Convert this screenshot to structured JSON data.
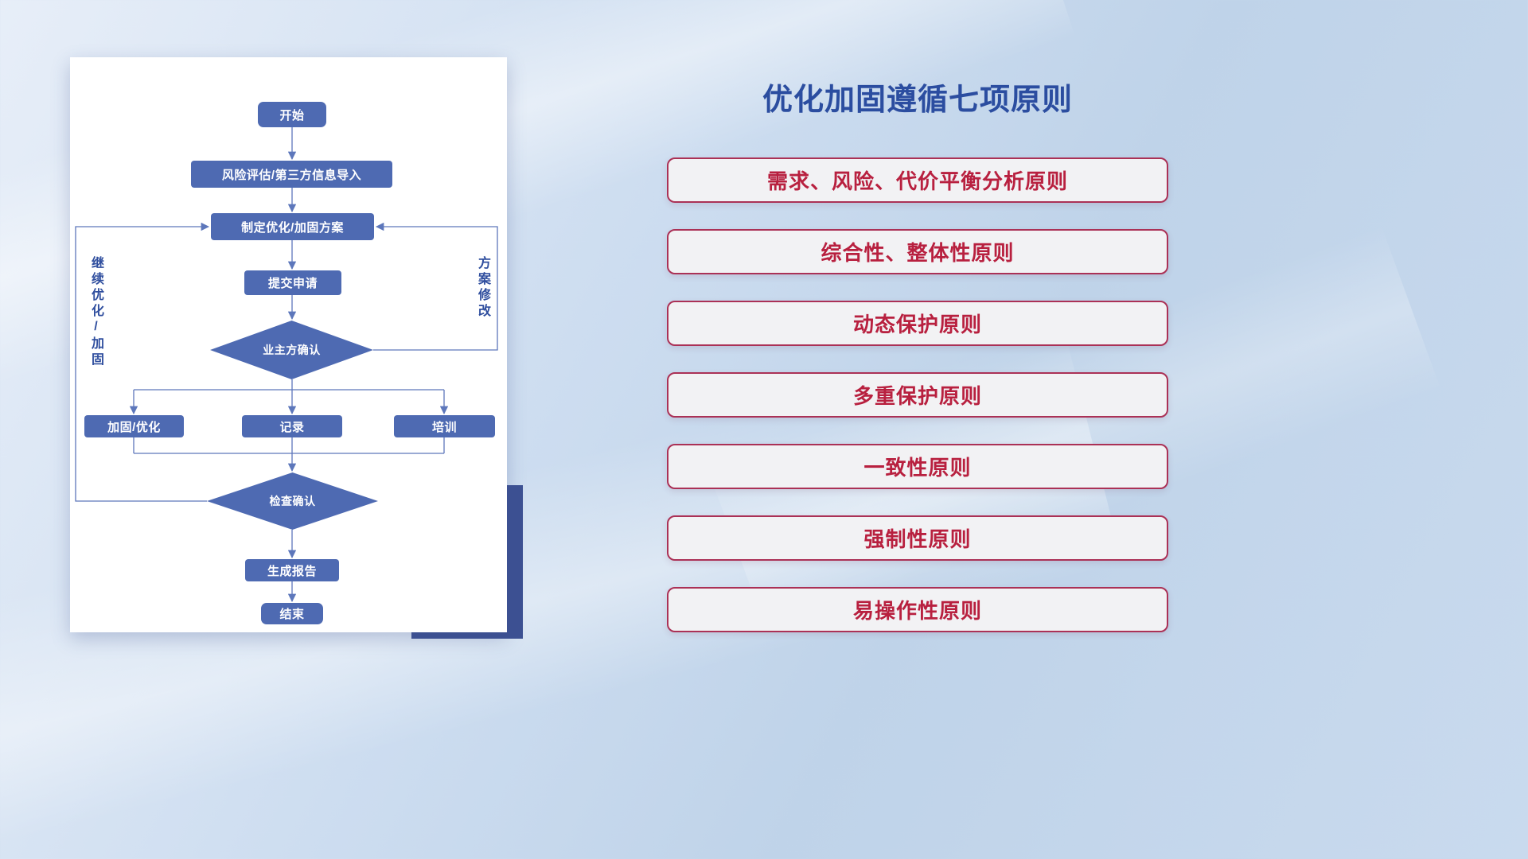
{
  "flowchart": {
    "nodes": {
      "start": "开始",
      "risk": "风险评估/第三方信息导入",
      "plan": "制定优化/加固方案",
      "submit": "提交申请",
      "owner_confirm": "业主方确认",
      "reinforce": "加固/优化",
      "record": "记录",
      "training": "培训",
      "check_confirm": "检查确认",
      "report": "生成报告",
      "end": "结束"
    },
    "loop_labels": {
      "left": "继续优化/加固",
      "right": "方案修改"
    }
  },
  "principles": {
    "title": "优化加固遵循七项原则",
    "items": [
      {
        "label": "需求、风险、代价平衡分析原则"
      },
      {
        "label": "综合性、整体性原则"
      },
      {
        "label": "动态保护原则"
      },
      {
        "label": "多重保护原则"
      },
      {
        "label": "一致性原则"
      },
      {
        "label": "强制性原则"
      },
      {
        "label": "易操作性原则"
      }
    ]
  },
  "colors": {
    "node_fill": "#4e6ab2",
    "line_color": "#5d77bb",
    "title_color": "#2b4da0",
    "label_color": "#2f4e9e",
    "principle_text": "#b8203f",
    "principle_border": "#ab3156",
    "principle_bg": "#f2f2f4",
    "accent_block": "#3d5193",
    "card_bg": "#ffffff"
  }
}
